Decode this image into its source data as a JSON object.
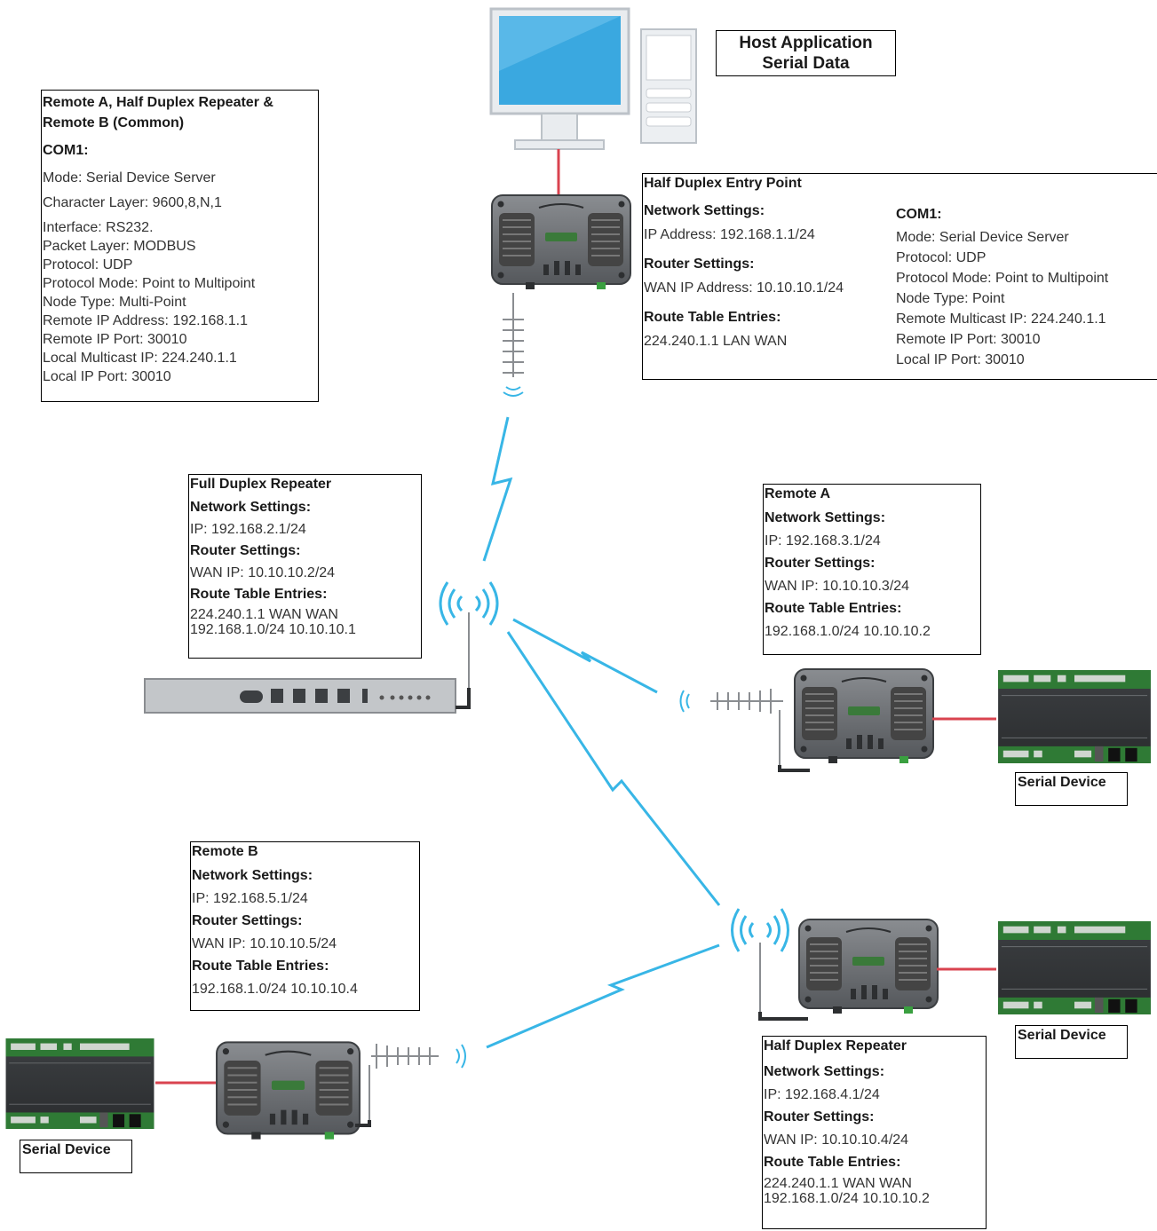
{
  "host": {
    "line1": "Host Application",
    "line2": "Serial Data"
  },
  "common": {
    "title": "Remote A, Half Duplex Repeater & Remote B (Common)",
    "com_heading": "COM1:",
    "mode": "Mode: Serial Device Server",
    "character_layer": "Character Layer: 9600,8,N,1",
    "lines": [
      "Interface: RS232.",
      "Packet Layer: MODBUS",
      "Protocol: UDP",
      "Protocol Mode: Point to Multipoint",
      "Node Type: Multi-Point",
      "Remote IP Address: 192.168.1.1",
      "Remote IP Port: 30010",
      "Local Multicast IP: 224.240.1.1",
      "Local IP Port: 30010"
    ]
  },
  "entry_point": {
    "title": "Half Duplex Entry Point",
    "network_heading": "Network Settings:",
    "ip": "IP Address: 192.168.1.1/24",
    "router_heading": "Router Settings:",
    "wan": "WAN IP Address: 10.10.10.1/24",
    "route_heading": "Route Table Entries:",
    "route1": "224.240.1.1 LAN WAN",
    "com_heading": "COM1:",
    "com_lines": [
      "Mode: Serial Device Server",
      "Protocol: UDP",
      "Protocol Mode: Point to Multipoint",
      "Node Type: Point",
      "Remote Multicast IP: 224.240.1.1",
      "Remote IP Port: 30010",
      "Local IP Port: 30010"
    ]
  },
  "full_duplex": {
    "title": "Full Duplex Repeater",
    "network_heading": "Network Settings:",
    "ip": "IP: 192.168.2.1/24",
    "router_heading": "Router Settings:",
    "wan": "WAN IP: 10.10.10.2/24",
    "route_heading": "Route Table Entries:",
    "route1": "224.240.1.1 WAN WAN",
    "route2": "192.168.1.0/24 10.10.10.1"
  },
  "remote_a": {
    "title": "Remote A",
    "network_heading": "Network Settings:",
    "ip": "IP: 192.168.3.1/24",
    "router_heading": "Router Settings:",
    "wan": "WAN IP: 10.10.10.3/24",
    "route_heading": "Route Table Entries:",
    "route1": "192.168.1.0/24 10.10.10.2"
  },
  "remote_b": {
    "title": "Remote B",
    "network_heading": "Network Settings:",
    "ip": "IP: 192.168.5.1/24",
    "router_heading": "Router Settings:",
    "wan": "WAN IP: 10.10.10.5/24",
    "route_heading": "Route Table Entries:",
    "route1": "192.168.1.0/24 10.10.10.4"
  },
  "half_duplex": {
    "title": "Half Duplex Repeater",
    "network_heading": "Network Settings:",
    "ip": "IP: 192.168.4.1/24",
    "router_heading": "Router Settings:",
    "wan": "WAN IP: 10.10.10.4/24",
    "route_heading": "Route Table Entries:",
    "route1": "224.240.1.1 WAN WAN",
    "route2": "192.168.1.0/24 10.10.10.2"
  },
  "serial_device_label": "Serial Device",
  "colors": {
    "radio_link": "#38b6e6",
    "serial_cable": "#d9434f",
    "radio_body": "#6b6e72",
    "monitor_screen": "#3aa8e0"
  }
}
